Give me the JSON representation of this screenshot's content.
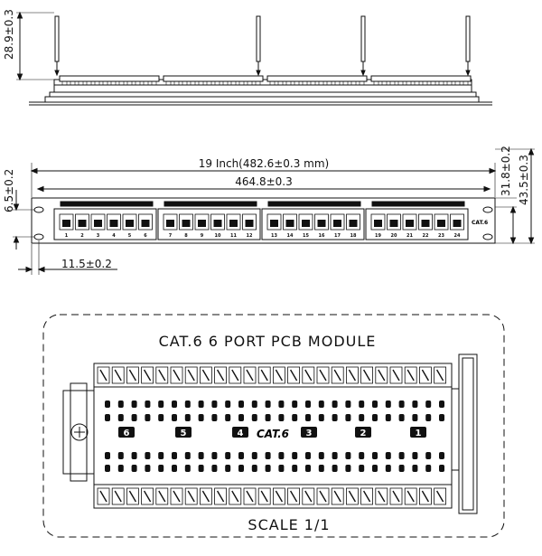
{
  "top_view": {
    "height_dim": "28.9±0.3"
  },
  "front_view": {
    "overall_width": "19 Inch(482.6±0.3 mm)",
    "hole_spacing": "464.8±0.3",
    "left_hole_height": "6.5±0.2",
    "panel_height": "31.8±0.2",
    "overall_height": "43.5±0.3",
    "hole_offset": "11.5±0.2",
    "cat_label": "CAT.6",
    "port_numbers": [
      "1",
      "2",
      "3",
      "4",
      "5",
      "6",
      "7",
      "8",
      "9",
      "10",
      "11",
      "12",
      "13",
      "14",
      "15",
      "16",
      "17",
      "18",
      "19",
      "20",
      "21",
      "22",
      "23",
      "24"
    ]
  },
  "module": {
    "title": "CAT.6 6 PORT PCB MODULE",
    "scale": "SCALE 1/1",
    "logo": "CAT.6",
    "port_numbers": [
      "6",
      "5",
      "4",
      "3",
      "2",
      "1"
    ]
  }
}
